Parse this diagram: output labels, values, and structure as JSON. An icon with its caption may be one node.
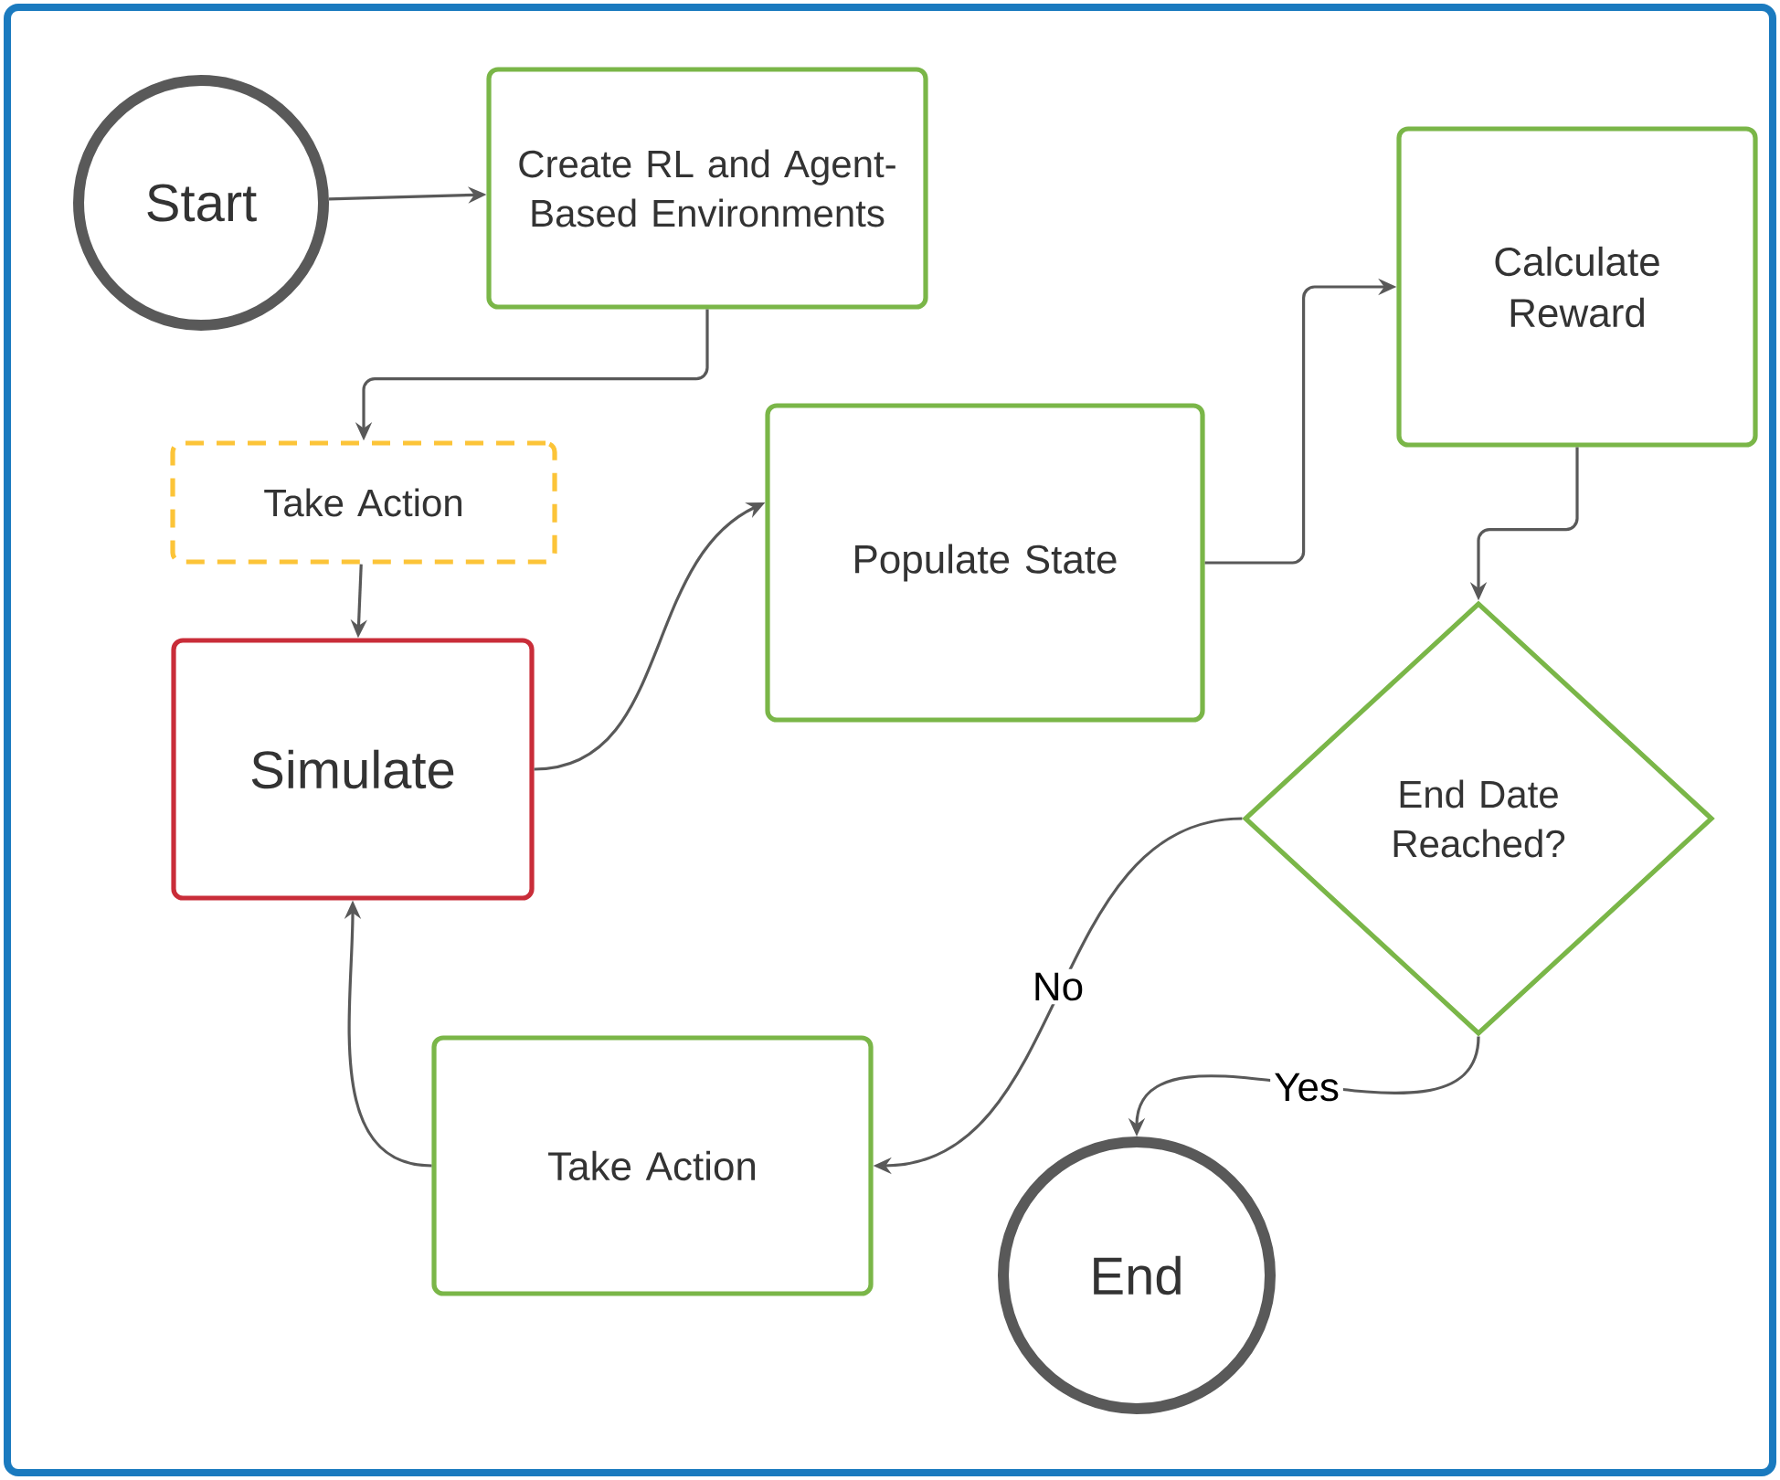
{
  "diagram": {
    "nodes": [
      {
        "text": [
          "Start"
        ]
      },
      {
        "text": [
          "Create RL and Agent-Based Environments"
        ]
      },
      {
        "text": [
          "Take Action"
        ]
      },
      {
        "text": [
          "Simulate"
        ]
      },
      {
        "text": [
          "Populate State"
        ]
      },
      {
        "text": [
          "Calculate Reward"
        ]
      },
      {
        "text": [
          "End Date Reached?"
        ]
      },
      {
        "text": [
          "Take Action"
        ]
      },
      {
        "text": [
          "End"
        ]
      }
    ],
    "edges": [
      {
        "from": 0,
        "to": 1,
        "arrow": "to"
      },
      {
        "from": 1,
        "to": 2,
        "arrow": "to"
      },
      {
        "from": 2,
        "to": 3,
        "arrow": "to"
      },
      {
        "from": 3,
        "to": 4,
        "arrow": "to"
      },
      {
        "from": 4,
        "to": 5,
        "arrow": "to"
      },
      {
        "from": 5,
        "to": 6,
        "arrow": "to"
      },
      {
        "from": 6,
        "to": 7,
        "arrow": "to",
        "label": "No"
      },
      {
        "from": 6,
        "to": 8,
        "arrow": "to",
        "label": "Yes"
      },
      {
        "from": 7,
        "to": 3,
        "arrow": "to"
      }
    ]
  }
}
